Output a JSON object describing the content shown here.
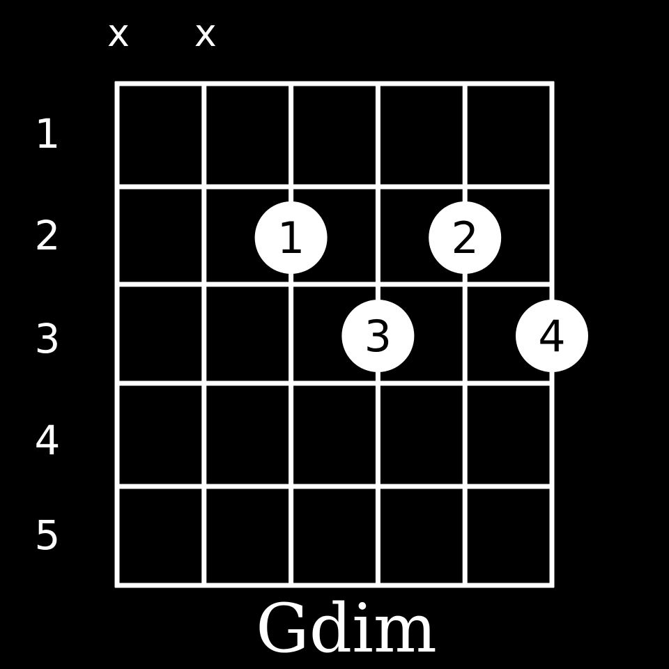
{
  "chord": {
    "name": "Gdim",
    "strings": 6,
    "frets": 5,
    "fret_numbers": [
      "1",
      "2",
      "3",
      "4",
      "5"
    ],
    "muted_strings": [
      1,
      2
    ],
    "mute_symbol": "x",
    "fingers": [
      {
        "string": 3,
        "fret": 2,
        "label": "1"
      },
      {
        "string": 5,
        "fret": 2,
        "label": "2"
      },
      {
        "string": 4,
        "fret": 3,
        "label": "3"
      },
      {
        "string": 6,
        "fret": 3,
        "label": "4"
      }
    ]
  },
  "colors": {
    "background": "#000000",
    "grid": "#ffffff",
    "dot": "#ffffff",
    "dot_text": "#000000",
    "text": "#ffffff"
  }
}
